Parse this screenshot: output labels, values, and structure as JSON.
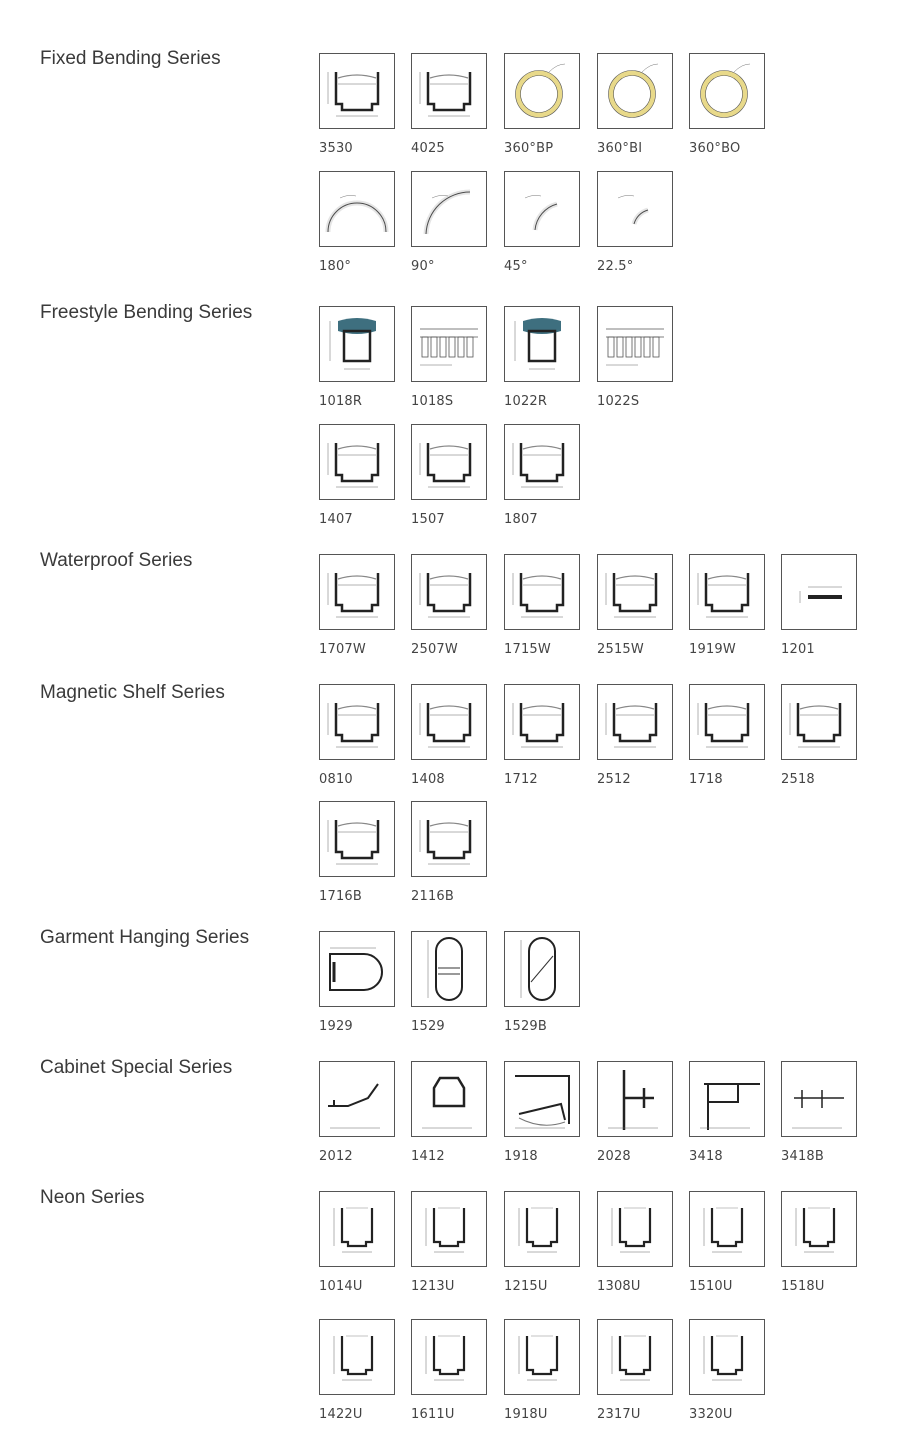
{
  "series": [
    {
      "id": "fixed-bending",
      "title": "Fixed Bending Series",
      "rows": [
        [
          "3530",
          "4025",
          "360°BP",
          "360°BI",
          "360°BO"
        ],
        [
          "180°",
          "90°",
          "45°",
          "22.5°"
        ]
      ]
    },
    {
      "id": "freestyle-bending",
      "title": "Freestyle Bending Series",
      "rows": [
        [
          "1018R",
          "1018S",
          "1022R",
          "1022S"
        ],
        [
          "1407",
          "1507",
          "1807"
        ]
      ]
    },
    {
      "id": "waterproof",
      "title": "Waterproof Series",
      "rows": [
        [
          "1707W",
          "2507W",
          "1715W",
          "2515W",
          "1919W",
          "1201"
        ]
      ]
    },
    {
      "id": "magnetic-shelf",
      "title": "Magnetic Shelf Series",
      "rows": [
        [
          "0810",
          "1408",
          "1712",
          "2512",
          "1718",
          "2518"
        ],
        [
          "1716B",
          "2116B"
        ]
      ]
    },
    {
      "id": "garment-hanging",
      "title": "Garment Hanging Series",
      "rows": [
        [
          "1929",
          "1529",
          "1529B"
        ]
      ]
    },
    {
      "id": "cabinet-special",
      "title": "Cabinet Special Series",
      "rows": [
        [
          "2012",
          "1412",
          "1918",
          "2028",
          "3418",
          "3418B"
        ]
      ]
    },
    {
      "id": "neon",
      "title": "Neon Series",
      "rows": [
        [
          "1014U",
          "1213U",
          "1215U",
          "1308U",
          "1510U",
          "1518U"
        ],
        [
          "1422U",
          "1611U",
          "1918U",
          "2317U",
          "3320U"
        ]
      ]
    }
  ],
  "accent_colors": {
    "cover_blue": "#3e6f7f",
    "ring_yellow": "#e8d98a",
    "line": "#222222"
  }
}
